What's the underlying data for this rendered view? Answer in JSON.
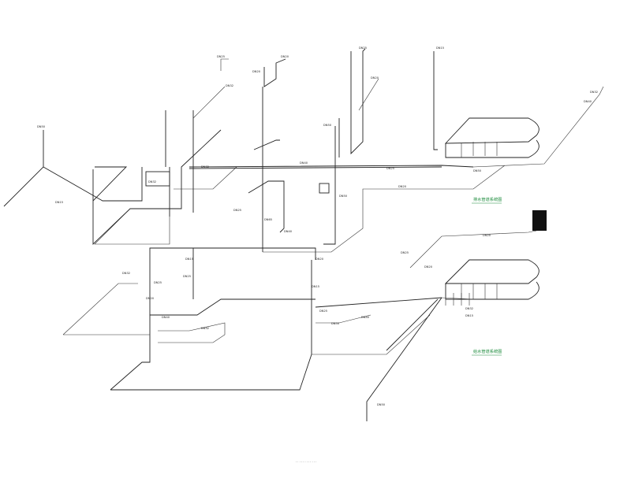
{
  "drawing": {
    "upper_system_title": "排水管道系统图",
    "lower_system_title": "给水管道系统图",
    "footer_note": "· · · · ·   · · · ·   · · ·"
  },
  "labels": {
    "l01": "DN50",
    "l02": "DN25",
    "l03": "DN20",
    "l04": "DN32",
    "l05": "DN20",
    "l06": "DN25",
    "l07": "DN15",
    "l08": "DN20",
    "l09": "DN32",
    "l10": "DN40",
    "l11": "DN25",
    "l12": "DN20",
    "l13": "DN15",
    "l14": "DN50",
    "l15": "DN40",
    "l16": "DN32",
    "l17": "DN25",
    "l18": "DN50",
    "l19": "DN20",
    "l20": "DN32",
    "l21": "DN25",
    "l22": "DN20",
    "l23": "DN15",
    "l24": "DN40",
    "l25": "DN32",
    "l26": "DN25",
    "l27": "DN50",
    "l28": "DN40",
    "l29": "DN25",
    "l30": "DN20",
    "l31": "DN32",
    "l32": "DN15",
    "l33": "DN50",
    "l34": "DN40",
    "l35": "DN32",
    "l36": "DN25",
    "l37": "DN20",
    "l38": "DN15",
    "l39": "DN65",
    "l40": "DN50"
  },
  "colors": {
    "line": "#222222",
    "title": "#1a8a3a",
    "background": "#ffffff"
  }
}
